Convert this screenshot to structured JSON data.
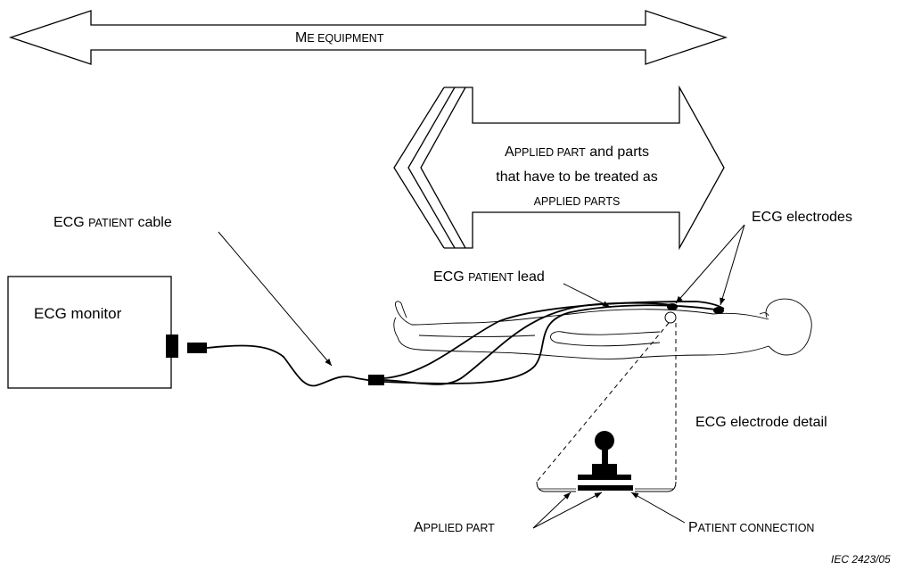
{
  "labels": {
    "me_equipment": {
      "first": "M",
      "rest_lower": "E EQUIPMENT"
    },
    "applied_part_box": {
      "line1_first": "A",
      "line1_sc": "PPLIED PART",
      "line1_tail": " and parts",
      "line2": "that have to be treated as",
      "line3": "APPLIED PARTS"
    },
    "ecg_patient_cable": {
      "pre": "ECG ",
      "sc": "PATIENT",
      "post": " cable"
    },
    "ecg_electrodes": "ECG electrodes",
    "ecg_patient_lead": {
      "pre": "ECG ",
      "sc": "PATIENT",
      "post": " lead"
    },
    "ecg_monitor": "ECG monitor",
    "ecg_electrode_detail": "ECG electrode detail",
    "applied_part": {
      "first": "A",
      "rest": "PPLIED PART"
    },
    "patient_connection": {
      "first": "P",
      "rest": "ATIENT CONNECTION"
    },
    "figure_reference": "IEC  2423/05"
  },
  "colors": {
    "line": "#000000",
    "background": "#ffffff"
  }
}
